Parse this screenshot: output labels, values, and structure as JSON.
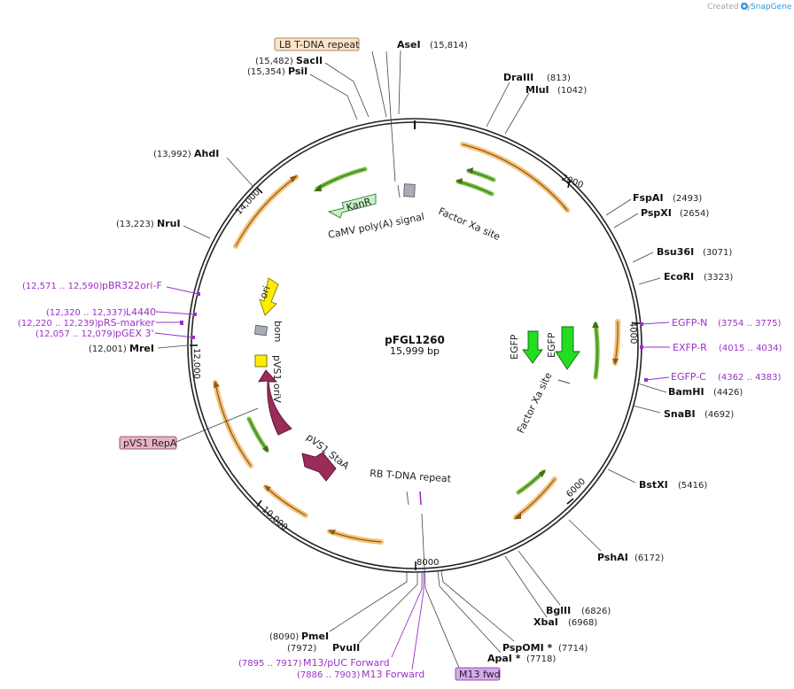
{
  "header": {
    "created_by": "Created by",
    "brand": "SnapGene"
  },
  "plasmid": {
    "name": "pFGL1260",
    "size_label": "15,999 bp"
  },
  "ticks": [
    {
      "label": "2000"
    },
    {
      "label": "4000"
    },
    {
      "label": "6000"
    },
    {
      "label": "8000"
    },
    {
      "label": "10,000"
    },
    {
      "label": "12,000"
    },
    {
      "label": "14,000"
    }
  ],
  "sites": [
    {
      "name": "AseI",
      "pos": "(15,814)"
    },
    {
      "name": "SacII",
      "pos": "(15,482)"
    },
    {
      "name": "PsiI",
      "pos": "(15,354)"
    },
    {
      "name": "DraIII",
      "pos": "(813)"
    },
    {
      "name": "MluI",
      "pos": "(1042)"
    },
    {
      "name": "FspAI",
      "pos": "(2493)"
    },
    {
      "name": "PspXI",
      "pos": "(2654)"
    },
    {
      "name": "Bsu36I",
      "pos": "(3071)"
    },
    {
      "name": "EcoRI",
      "pos": "(3323)"
    },
    {
      "name": "BamHI",
      "pos": "(4426)"
    },
    {
      "name": "SnaBI",
      "pos": "(4692)"
    },
    {
      "name": "BstXI",
      "pos": "(5416)"
    },
    {
      "name": "PshAI",
      "pos": "(6172)"
    },
    {
      "name": "BglII",
      "pos": "(6826)"
    },
    {
      "name": "XbaI",
      "pos": "(6968)"
    },
    {
      "name": "PspOMI *",
      "pos": "(7714)"
    },
    {
      "name": "ApaI *",
      "pos": "(7718)"
    },
    {
      "name": "PmeI",
      "pos": "(8090)"
    },
    {
      "name": "PvuII",
      "pos": "(7972)"
    },
    {
      "name": "AhdI",
      "pos": "(13,992)"
    },
    {
      "name": "NruI",
      "pos": "(13,223)"
    },
    {
      "name": "MreI",
      "pos": "(12,001)"
    }
  ],
  "primers": [
    {
      "name": "EGFP-N",
      "pos": "(3754 .. 3775)"
    },
    {
      "name": "EXFP-R",
      "pos": "(4015 .. 4034)"
    },
    {
      "name": "EGFP-C",
      "pos": "(4362 .. 4383)"
    },
    {
      "name": "pBR322ori-F",
      "pos": "(12,571 .. 12,590)"
    },
    {
      "name": "L4440",
      "pos": "(12,320 .. 12,337)"
    },
    {
      "name": "pRS-marker",
      "pos": "(12,220 .. 12,239)"
    },
    {
      "name": "pGEX 3'",
      "pos": "(12,057 .. 12,079)"
    },
    {
      "name": "M13/pUC Forward",
      "pos": "(7895 .. 7917)"
    },
    {
      "name": "M13 Forward",
      "pos": "(7886 .. 7903)"
    }
  ],
  "boxed_features": [
    {
      "name": "LB T-DNA repeat",
      "color": "#fde3c8"
    },
    {
      "name": "pVS1 RepA",
      "color": "#e7b3c6"
    },
    {
      "name": "M13 fwd",
      "color": "#d8a8ee"
    }
  ],
  "features": {
    "kanr": "KanR",
    "camv": "CaMV poly(A) signal",
    "factor_xa_top": "Factor Xa site",
    "factor_xa_mid": "Factor Xa site",
    "egfp_1": "EGFP",
    "egfp_2": "EGFP",
    "ori": "ori",
    "bom": "bom",
    "pvs1_oriv": "pVS1 oriV",
    "pvs1_staa": "pVS1 StaA",
    "rb_tdna": "RB T-DNA repeat"
  },
  "colors": {
    "backbone": "#222222",
    "orf": "#f5c27a",
    "orf_stroke": "#8a5a12",
    "green_arrow": "#78c043",
    "egfp": "#22dd22",
    "ori": "#ffee00",
    "pvs1": "#9a2c5a",
    "kanr": "#c8f0c8",
    "primer": "#9b30c8",
    "gray_box": "#a7acb6"
  }
}
